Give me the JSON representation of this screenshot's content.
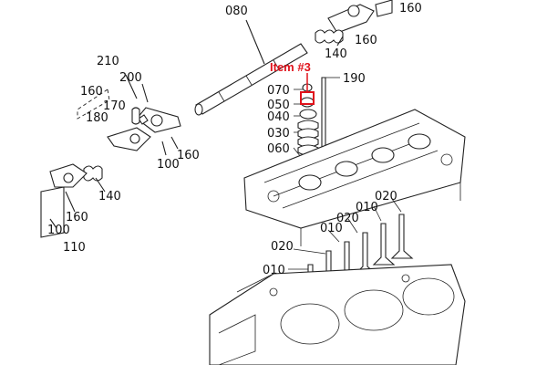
{
  "callouts": {
    "c080": "080",
    "c160_top": "160",
    "c160_topright": "160",
    "c140_top": "140",
    "c190": "190",
    "item3": "Item #3",
    "c070": "070",
    "c050": "050",
    "c040": "040",
    "c030": "030",
    "c060": "060",
    "c210": "210",
    "c200": "200",
    "c160_left": "160",
    "c170": "170",
    "c180": "180",
    "c100_mid": "100",
    "c160_mid": "160",
    "c140_left": "140",
    "c160_far": "160",
    "c100_far": "100",
    "c110": "110",
    "c020_a": "020",
    "c010_a": "010",
    "c020_b": "020",
    "c010_b": "010",
    "c020_c": "020",
    "c010_c": "010"
  },
  "highlight_color": "#e0121b"
}
